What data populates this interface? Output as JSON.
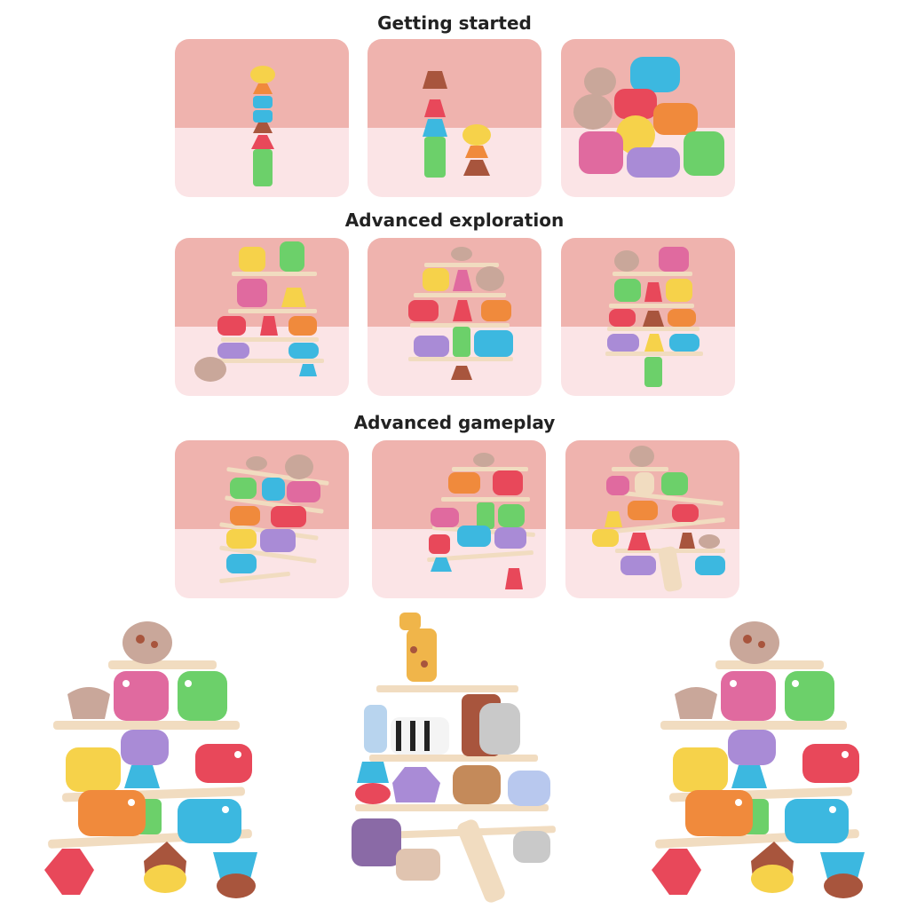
{
  "sections": [
    {
      "title": "Getting started"
    },
    {
      "title": "Advanced exploration"
    },
    {
      "title": "Advanced gameplay"
    }
  ],
  "colors": {
    "backdrop_top": "#efb3ae",
    "backdrop_bottom": "#fbe4e6",
    "plank": "#f1dcc0",
    "yellow": "#f6d24a",
    "orange": "#f08a3c",
    "pink": "#e06a9f",
    "purple": "#a98bd6",
    "teal": "#3cb8e0",
    "green": "#6cd06a",
    "red": "#e8485a",
    "brown": "#a8553d",
    "egg": "#c9a79a"
  }
}
